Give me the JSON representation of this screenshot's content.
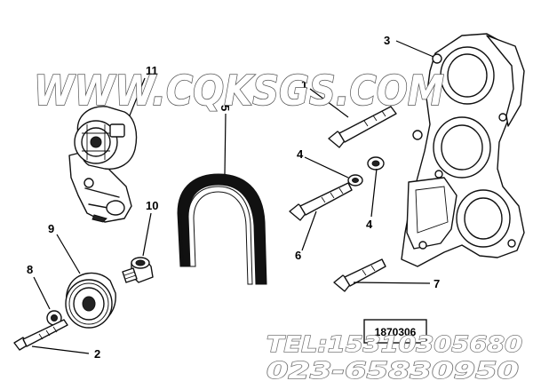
{
  "callouts": {
    "c1": "1",
    "c2": "2",
    "c3": "3",
    "c4a": "4",
    "c4b": "4",
    "c5": "5",
    "c6": "6",
    "c7": "7",
    "c8": "8",
    "c9": "9",
    "c10": "10",
    "c11": "11"
  },
  "watermark": {
    "site": "WWW.CQKSGS.COM",
    "tel_line": "TEL:15310305680",
    "phone_line": "023-65830950"
  },
  "figure_code": "1870306"
}
